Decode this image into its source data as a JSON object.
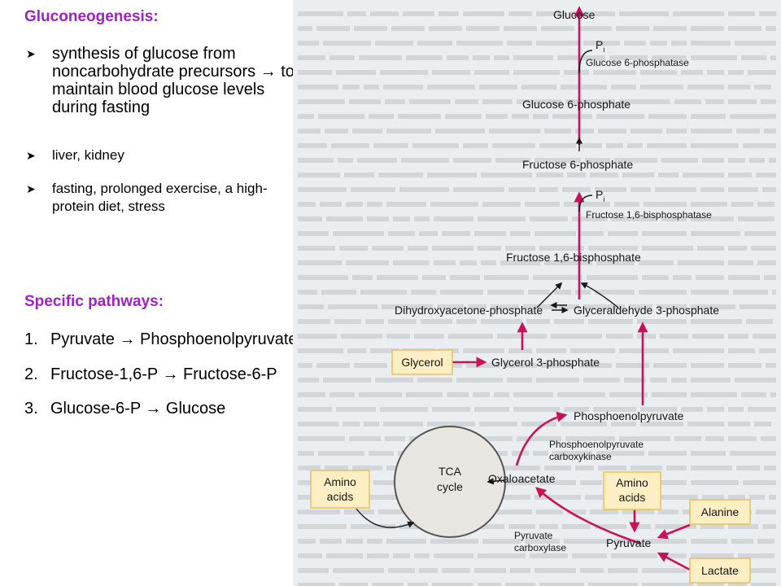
{
  "intro": {
    "title": "Gluconeogenesis:",
    "bullets": [
      {
        "icon": "arrowhead-bullet-icon",
        "lines": [
          "synthesis of glucose from",
          "noncarbohydrate precursors → to",
          "maintain blood glucose levels",
          "during fasting"
        ]
      },
      {
        "icon": "arrowhead-bullet-icon",
        "lines": [
          "liver, kidney"
        ]
      },
      {
        "icon": "arrowhead-bullet-icon",
        "lines": [
          "fasting, prolonged exercise, a high-",
          "protein diet, stress"
        ]
      }
    ]
  },
  "pathways": {
    "title": "Specific pathways:",
    "items": [
      {
        "num": "1.",
        "text": "Pyruvate → Phosphoenolpyruvate"
      },
      {
        "num": "2.",
        "text": "Fructose-1,6-P → Fructose-6-P"
      },
      {
        "num": "3.",
        "text": "Glucose-6-P → Glucose"
      }
    ]
  },
  "diagram": {
    "nodes": {
      "glucose": "Glucose",
      "pi_top": "P",
      "pi_sub": "i",
      "glucose6phosphatase": "Glucose 6-phosphatase",
      "glucose6phosphate": "Glucose 6-phosphate",
      "fructose6phosphate": "Fructose 6-phosphate",
      "pi_mid": "P",
      "pi_mid_sub": "i",
      "fructose16bisphosphatase": "Fructose 1,6-bisphosphatase",
      "fructose16bisphosphate": "Fructose 1,6-bisphosphate",
      "dhap": "Dihydroxyacetone-phosphate",
      "g3p": "Glyceraldehyde 3-phosphate",
      "glycerol3phosphate": "Glycerol 3-phosphate",
      "pep": "Phosphoenolpyruvate",
      "pepck_1": "Phosphoenolpyruvate",
      "pepck_2": "carboxykinase",
      "tca_1": "TCA",
      "tca_2": "cycle",
      "oxaloacetate": "Oxaloacetate",
      "pyruvate": "Pyruvate",
      "pc_1": "Pyruvate",
      "pc_2": "carboxylase"
    },
    "boxes": {
      "glycerol": "Glycerol",
      "amino_left_1": "Amino",
      "amino_left_2": "acids",
      "amino_right_1": "Amino",
      "amino_right_2": "acids",
      "alanine": "Alanine",
      "lactate": "Lactate"
    },
    "colors": {
      "arrow": "#c8125a",
      "box_fill": "#fdeec4",
      "box_border": "#e7bf52",
      "tca_fill": "#e8e6e0",
      "heading": "#9b24bf"
    }
  }
}
